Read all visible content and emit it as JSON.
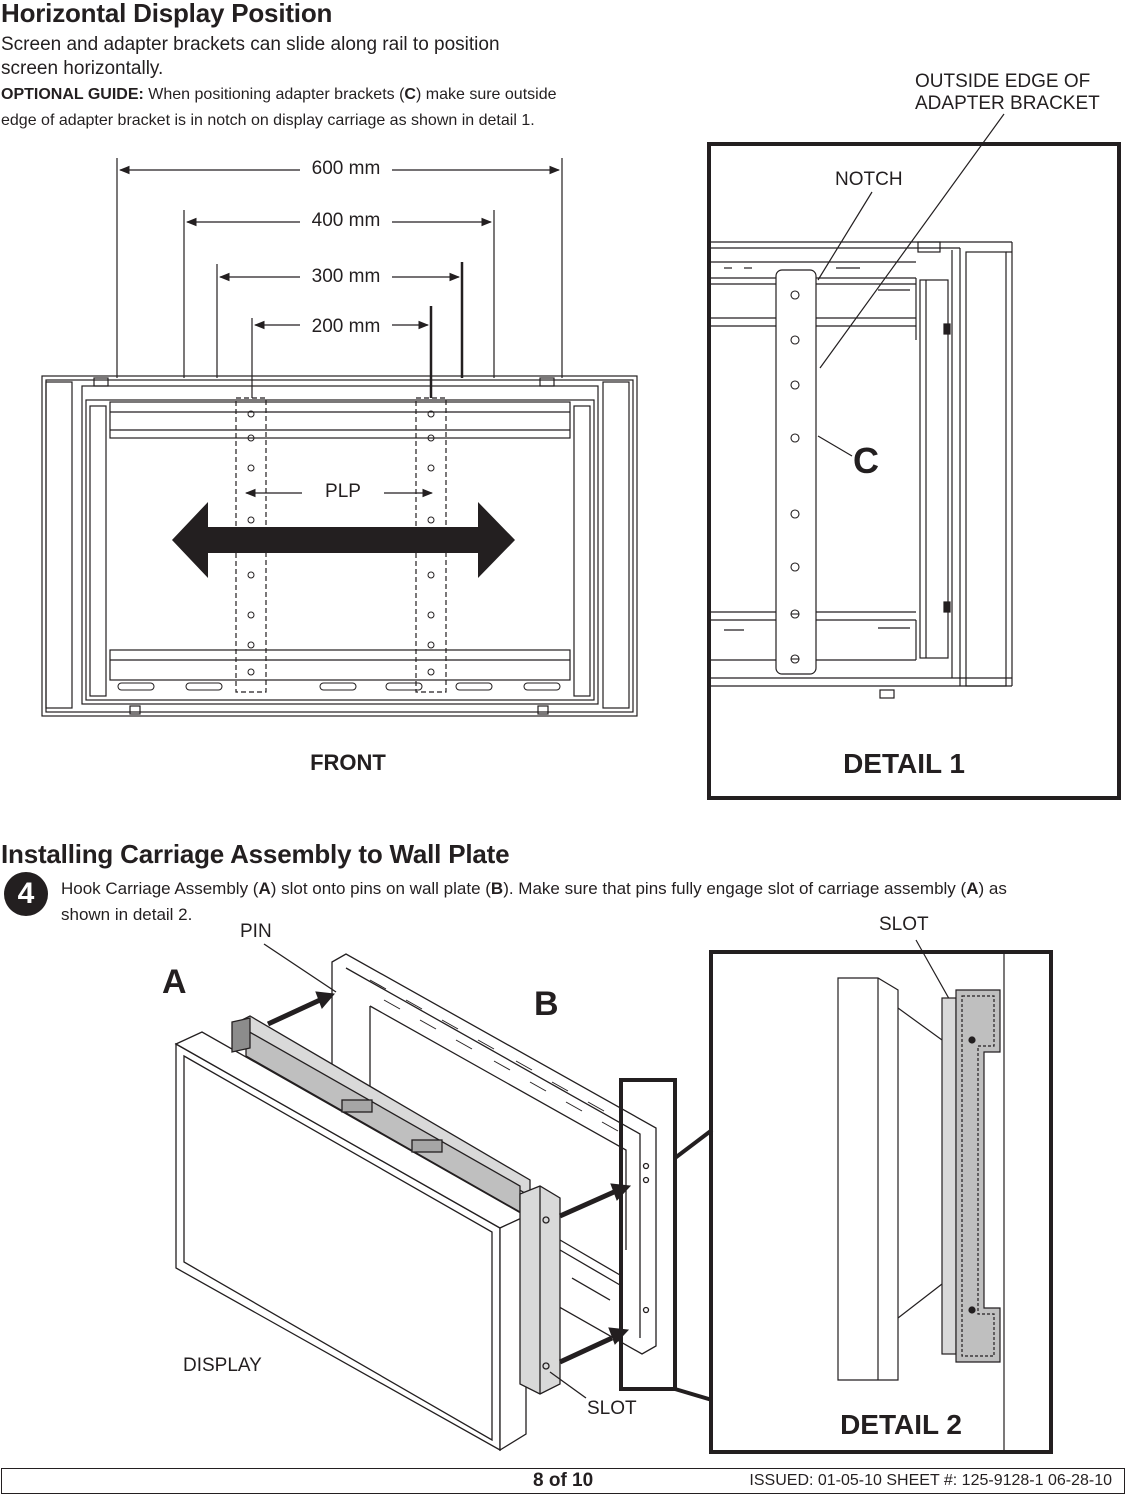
{
  "section1": {
    "title": "Horizontal Display Position",
    "desc_line1": "Screen and adapter brackets can slide along rail to position",
    "desc_line2": "screen horizontally.",
    "guide_label": "OPTIONAL GUIDE:",
    "guide_text_a": " When positioning adapter brackets (",
    "guide_letter": "C",
    "guide_text_b": ") make sure outside",
    "guide_line2": "edge of adapter bracket is in notch on  display carriage as shown in detail 1."
  },
  "front_figure": {
    "dims": [
      "600 mm",
      "400 mm",
      "300 mm",
      "200 mm"
    ],
    "plp_label": "PLP",
    "caption": "FRONT"
  },
  "detail1": {
    "outside_edge_line1": "OUTSIDE EDGE OF",
    "outside_edge_line2": "ADAPTER BRACKET",
    "notch_label": "NOTCH",
    "part_letter": "C",
    "caption": "DETAIL 1"
  },
  "section2": {
    "title": "Installing Carriage Assembly to Wall Plate",
    "step_number": "4",
    "step_text_a": "Hook Carriage Assembly (",
    "step_letter_a": "A",
    "step_text_b": ") slot onto pins on wall plate (",
    "step_letter_b": "B",
    "step_text_c": "). Make sure that pins fully engage slot of carriage assembly (",
    "step_letter_c": "A",
    "step_text_d": ") as",
    "step_line2": "shown in detail 2."
  },
  "install_figure": {
    "pin_label": "PIN",
    "letter_a": "A",
    "letter_b": "B",
    "display_label": "DISPLAY",
    "slot_label": "SLOT"
  },
  "detail2": {
    "slot_label": "SLOT",
    "caption": "DETAIL 2"
  },
  "footer": {
    "page": "8 of 10",
    "issued": "ISSUED: 01-05-10   SHEET #: 125-9128-1 06-28-10"
  }
}
